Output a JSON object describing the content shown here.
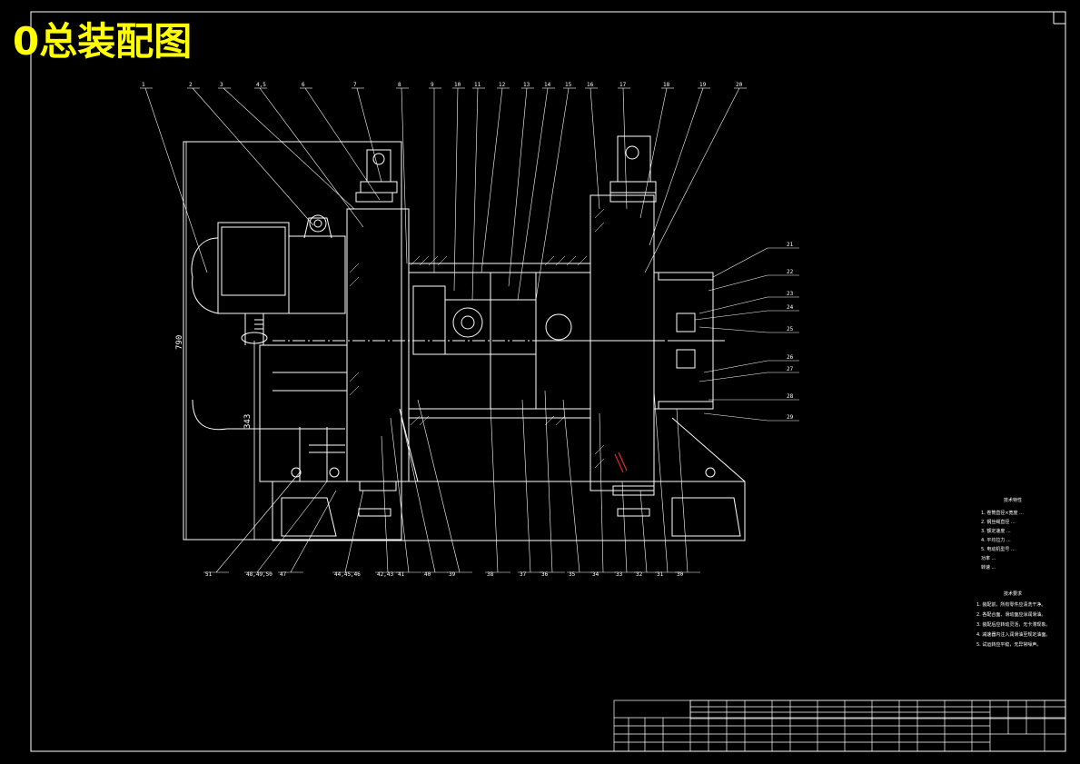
{
  "title": "0总装配图",
  "colors": {
    "background": "#000000",
    "lines": "#ffffff",
    "title": "#ffff00",
    "accent": "#ff3030"
  },
  "top_labels": [
    "1",
    "2",
    "3",
    "4,5",
    "6",
    "7",
    "8",
    "9",
    "10",
    "11",
    "12",
    "13",
    "14",
    "15",
    "16",
    "17",
    "18",
    "19",
    "20"
  ],
  "right_labels": [
    "21",
    "22",
    "23",
    "24",
    "25",
    "26",
    "27",
    "28",
    "29"
  ],
  "bottom_labels": [
    "51",
    "48,49,50",
    "47",
    "44,45,46",
    "42,43",
    "41",
    "40",
    "39",
    "38",
    "37",
    "36",
    "35",
    "34",
    "33",
    "32",
    "31",
    "30"
  ],
  "dimensions": {
    "overall_height": "790",
    "center_height": "343"
  },
  "tech_spec": {
    "title": "技术特性",
    "lines": [
      "1. 卷筒直径×宽度 ...",
      "2. 钢丝绳直径 ...",
      "3. 额定速度 ...",
      "4. 平均拉力 ...",
      "5. 电动机型号 ...",
      "   功率 ...",
      "   转速 ..."
    ]
  },
  "tech_req": {
    "title": "技术要求",
    "lines": [
      "1. 装配前，所有零件应清洗干净。",
      "2. 各配合面、滑动面应涂润滑油。",
      "3. 装配后应转动灵活，无卡滞现象。",
      "4. 减速器内注入润滑油至规定油面。",
      "5. 试运转应平稳，无异常噪声。"
    ]
  }
}
